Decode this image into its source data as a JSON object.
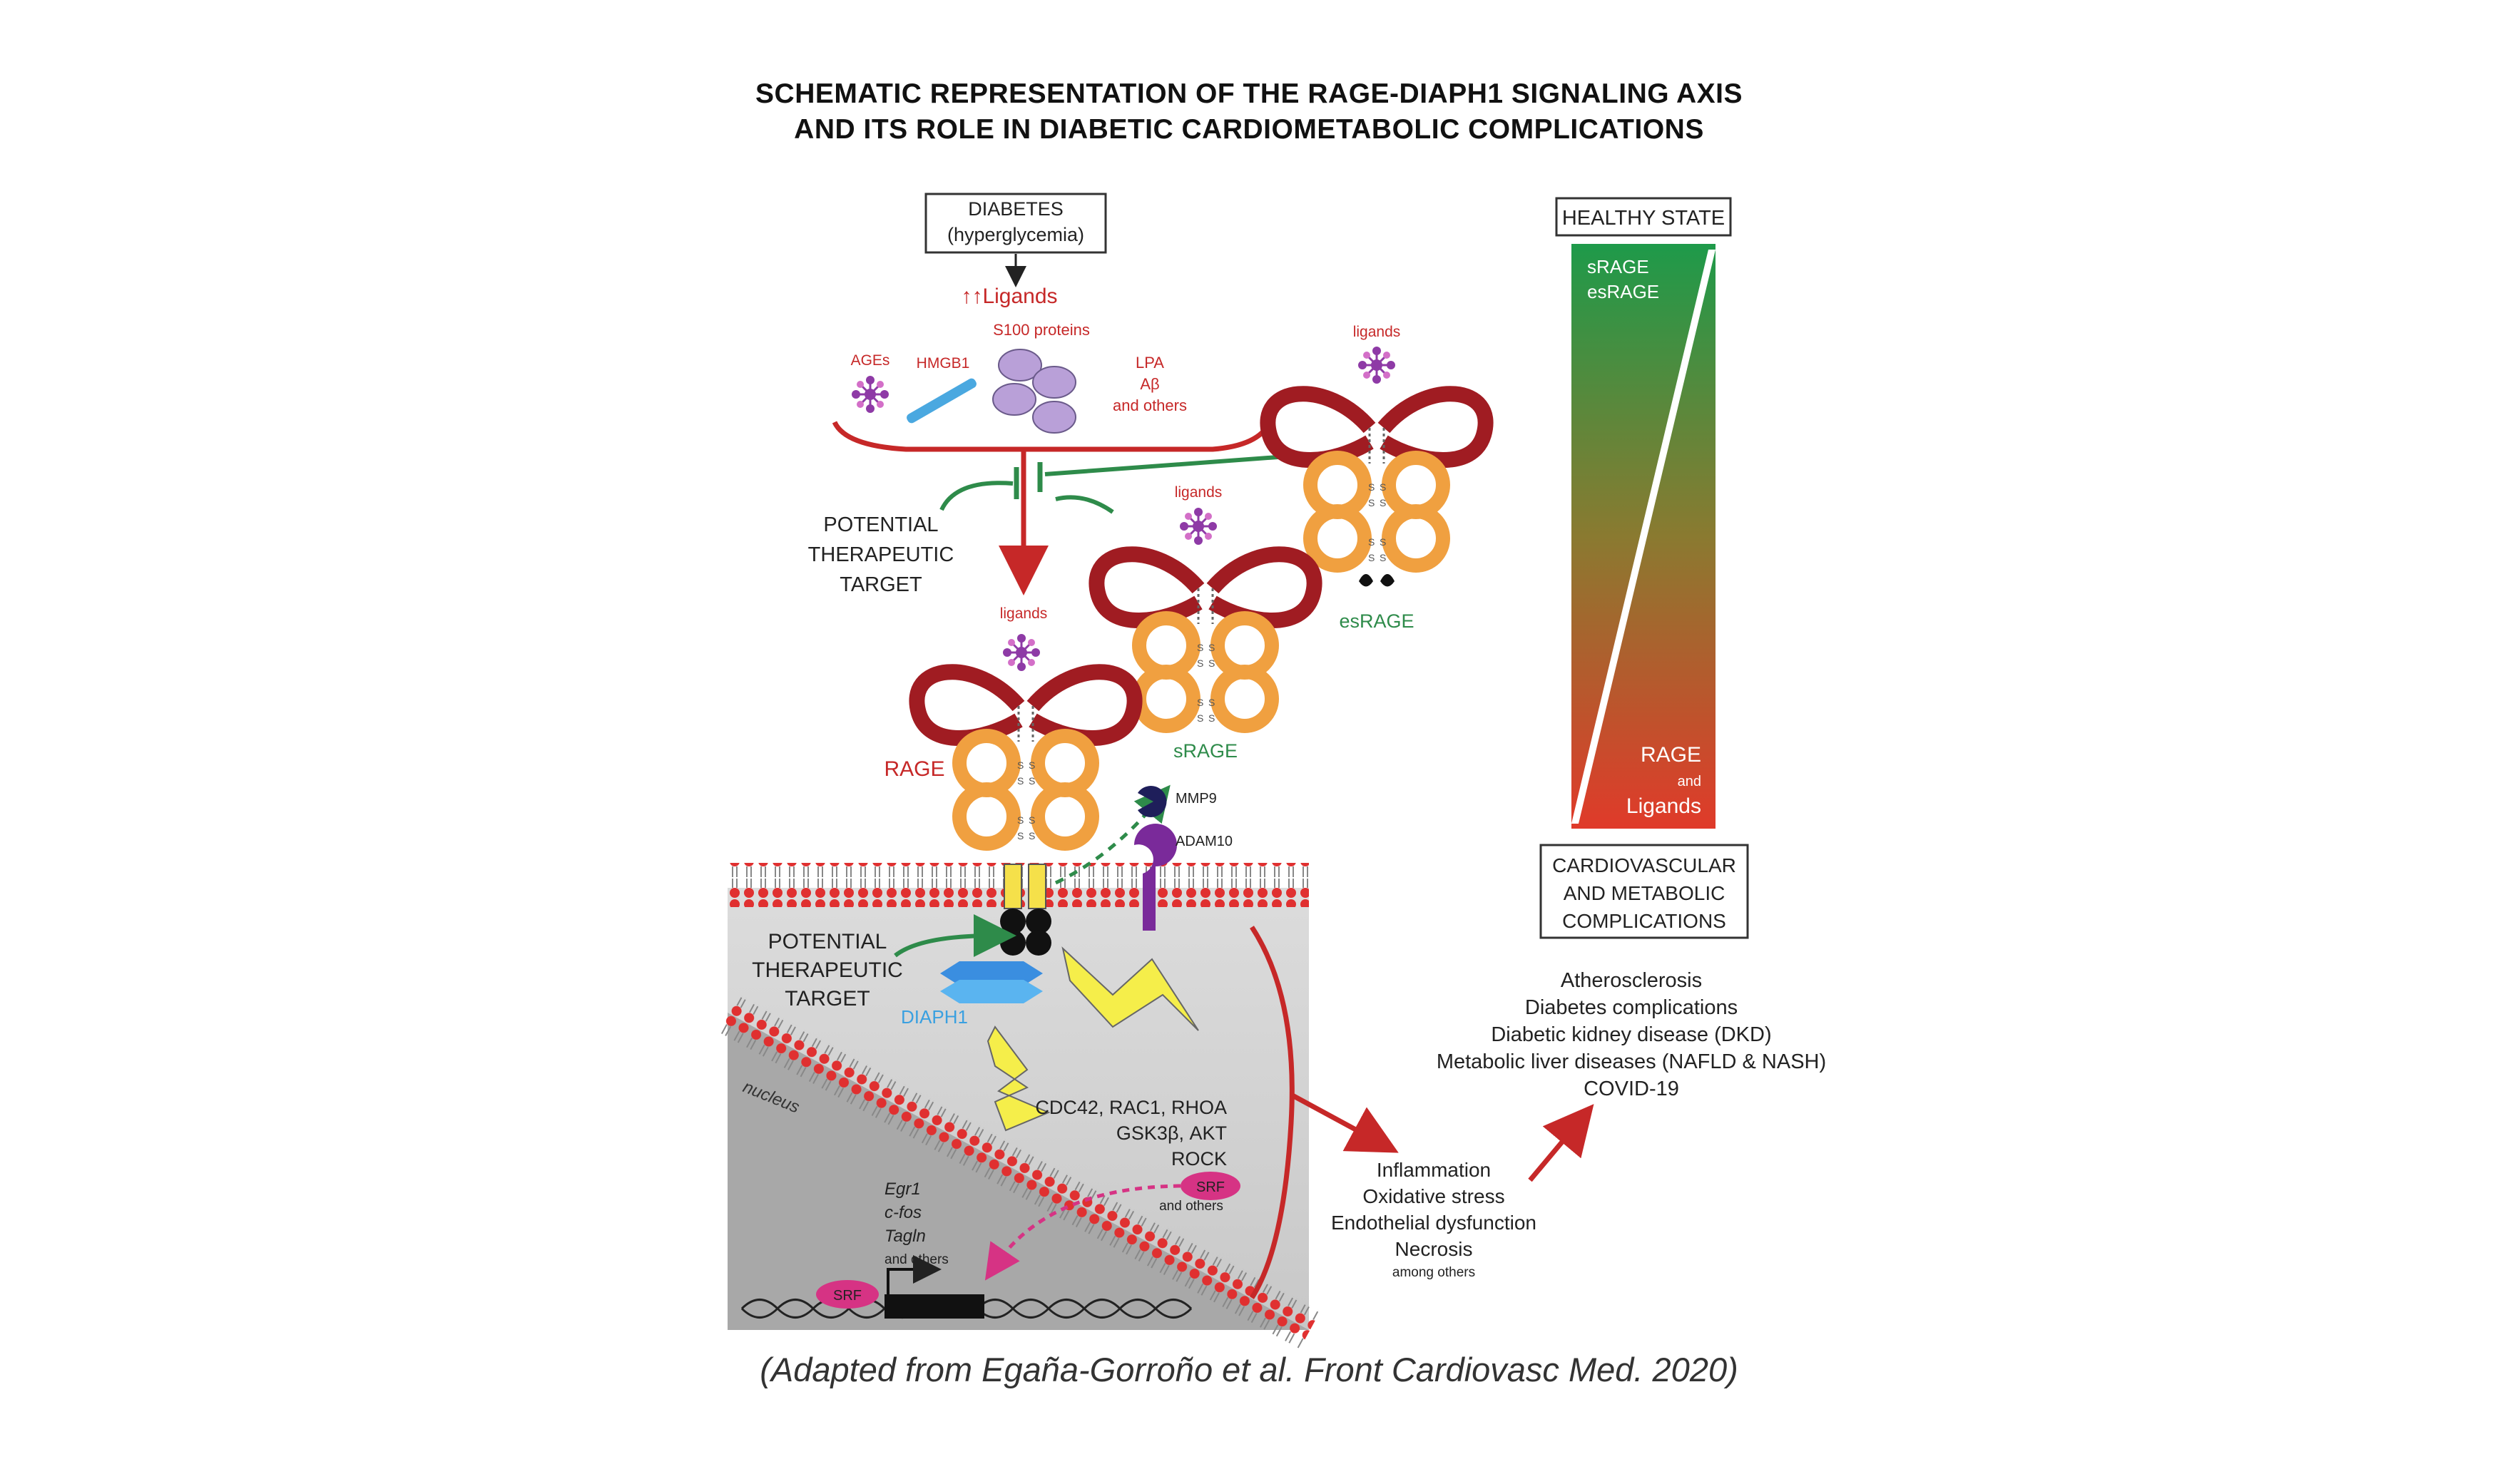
{
  "title_line1": "SCHEMATIC REPRESENTATION OF THE RAGE-DIAPH1 SIGNALING AXIS",
  "title_line2": "AND ITS ROLE IN DIABETIC CARDIOMETABOLIC COMPLICATIONS",
  "caption": "(Adapted from Egaña-Gorroño et al. Front Cardiovasc Med. 2020)",
  "diabetes_box": {
    "line1": "DIABETES",
    "line2": "(hyperglycemia)"
  },
  "ligands_header": "↑↑Ligands",
  "ligand_types": {
    "ages": "AGEs",
    "hmgb1": "HMGB1",
    "s100": "S100 proteins",
    "lpa": "LPA",
    "abeta": "Aβ",
    "others": "and others"
  },
  "ligands_label": "ligands",
  "therapeutic_target_top": [
    "POTENTIAL",
    "THERAPEUTIC",
    "TARGET"
  ],
  "therapeutic_target_bottom": [
    "POTENTIAL",
    "THERAPEUTIC",
    "TARGET"
  ],
  "receptor_labels": {
    "rage": "RAGE",
    "srage": "sRAGE",
    "esrage": "esRAGE",
    "ss": "S",
    "mmp9": "MMP9",
    "adam10": "ADAM10",
    "diaph1": "DIAPH1"
  },
  "nucleus_label": "nucleus",
  "signaling_molecules": [
    "CDC42, RAC1, RHOA",
    "GSK3β, AKT",
    "ROCK"
  ],
  "srf_label": "SRF",
  "srf_others": "and others",
  "genes": [
    "Egr1",
    "c-fos",
    "Tagln"
  ],
  "genes_others": "and others",
  "outcomes": [
    "Inflammation",
    "Oxidative stress",
    "Endothelial dysfunction",
    "Necrosis"
  ],
  "outcomes_others": "among others",
  "healthy_state": "HEALTHY STATE",
  "gradient_top": [
    "sRAGE",
    "esRAGE"
  ],
  "gradient_bottom": {
    "rage": "RAGE",
    "and": "and",
    "ligands": "Ligands"
  },
  "complications_box": [
    "CARDIOVASCULAR",
    "AND METABOLIC",
    "COMPLICATIONS"
  ],
  "complications_list": [
    "Atherosclerosis",
    "Diabetes complications",
    "Diabetic kidney disease (DKD)",
    "Metabolic liver diseases (NAFLD & NASH)",
    "COVID-19"
  ],
  "colors": {
    "red": "#c62828",
    "green": "#2e8b4a",
    "orange": "#f0a040",
    "darkred": "#a01c22",
    "purple": "#8e3aa6",
    "magenta": "#d63384",
    "blue": "#3aa0e0",
    "yellow": "#f5ee4a"
  }
}
